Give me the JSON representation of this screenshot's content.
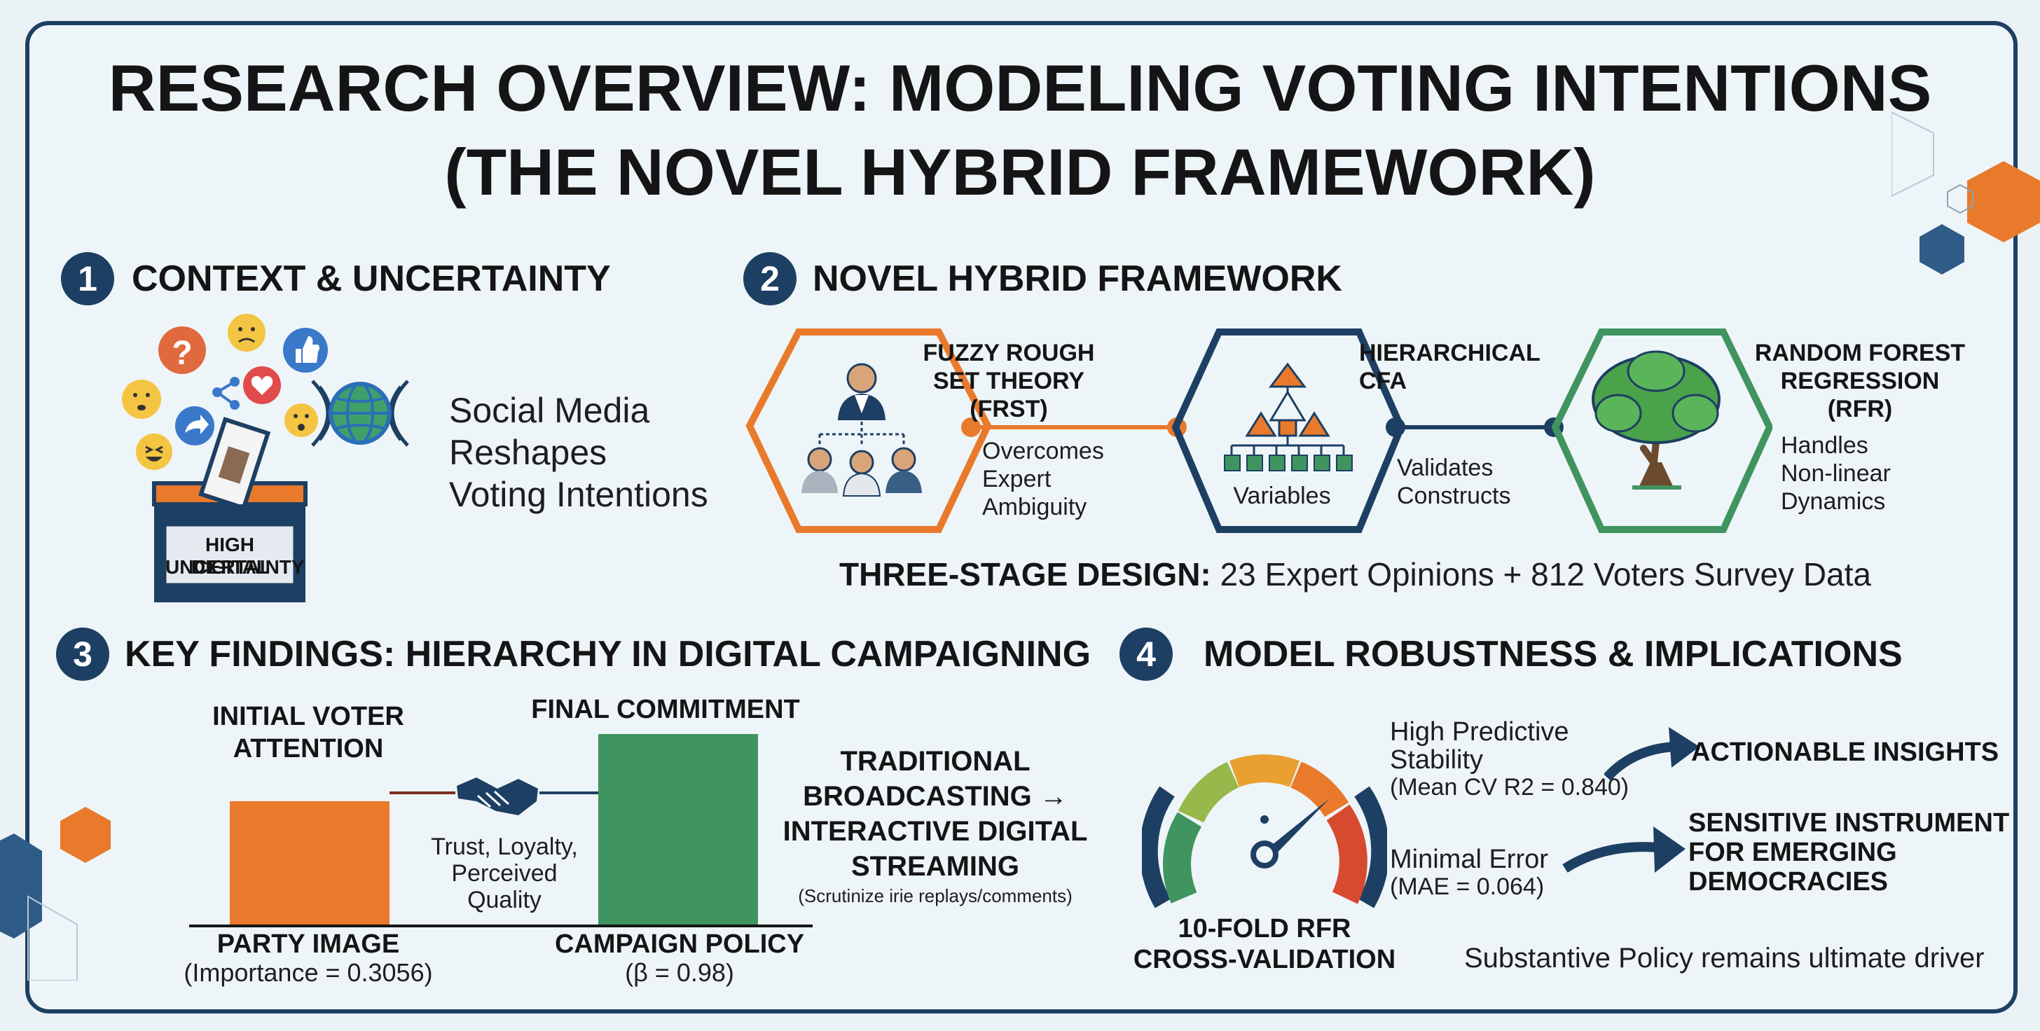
{
  "title": {
    "line1": "RESEARCH OVERVIEW: MODELING VOTING INTENTIONS",
    "line2": "(THE NOVEL HYBRID FRAMEWORK)"
  },
  "sections": {
    "s1": {
      "num": "1",
      "title": "CONTEXT & UNCERTAINTY",
      "box_label_1": "HIGH DIGITAL",
      "box_label_2": "UNCERTAINTY",
      "text_1": "Social Media",
      "text_2": "Reshapes",
      "text_3": "Voting Intentions"
    },
    "s2": {
      "num": "2",
      "title": "NOVEL HYBRID FRAMEWORK",
      "stage1": {
        "name_1": "FUZZY ROUGH",
        "name_2": "SET THEORY",
        "name_3": "(FRST)",
        "desc_1": "Overcomes",
        "desc_2": "Expert",
        "desc_3": "Ambiguity"
      },
      "stage2": {
        "name_1": "HIERARCHICAL",
        "name_2": "CFA",
        "inner": "Variables",
        "desc_1": "Validates",
        "desc_2": "Constructs"
      },
      "stage3": {
        "name_1": "RANDOM FOREST",
        "name_2": "REGRESSION",
        "name_3": "(RFR)",
        "desc_1": "Handles",
        "desc_2": "Non-linear",
        "desc_3": "Dynamics"
      },
      "design_bold": "THREE-STAGE DESIGN:",
      "design_rest": " 23 Expert Opinions + 812 Voters Survey Data"
    },
    "s3": {
      "num": "3",
      "title": "KEY FINDINGS: HIERARCHY IN DIGITAL CAMPAIGNING",
      "left_top_1": "INITIAL VOTER",
      "left_top_2": "ATTENTION",
      "right_top": "FINAL COMMITMENT",
      "mid_1": "Trust, Loyalty,",
      "mid_2": "Perceived",
      "mid_3": "Quality",
      "left_bottom": "PARTY IMAGE",
      "left_bottom_sub": "(Importance = 0.3056)",
      "right_bottom": "CAMPAIGN POLICY",
      "right_bottom_sub": "(β = 0.98)",
      "shift_1": "TRADITIONAL",
      "shift_2": "BROADCASTING →",
      "shift_3": "INTERACTIVE DIGITAL",
      "shift_4": "STREAMING",
      "shift_note": "(Scrutinize irie replays/comments)",
      "bars": {
        "left_value": 0.3056,
        "right_value": 0.98,
        "left_color": "#e97a2c",
        "right_color": "#3f9460"
      }
    },
    "s4": {
      "num": "4",
      "title": "MODEL ROBUSTNESS & IMPLICATIONS",
      "gauge_1": "10-FOLD RFR",
      "gauge_2": "CROSS-VALIDATION",
      "stab_1": "High Predictive",
      "stab_2": "Stability",
      "stab_3": "(Mean CV R2 = 0.840)",
      "err_1": "Minimal Error",
      "err_2": "(MAE = 0.064)",
      "out_1": "ACTIONABLE INSIGHTS",
      "out_2_1": "SENSITIVE INSTRUMENT",
      "out_2_2": "FOR EMERGING",
      "out_2_3": "DEMOCRACIES",
      "footer": "Substantive Policy remains ultimate driver"
    }
  },
  "colors": {
    "navy": "#1d3f63",
    "orange": "#e97a2c",
    "green": "#3f9460"
  },
  "icons": [
    "question-icon",
    "sad-face-icon",
    "like-icon",
    "share-icon",
    "heart-icon",
    "globe-icon",
    "ballot-box-icon",
    "person-icon",
    "pyramid-icon",
    "tree-icon",
    "handshake-icon",
    "gauge-icon",
    "arrow-icon"
  ]
}
